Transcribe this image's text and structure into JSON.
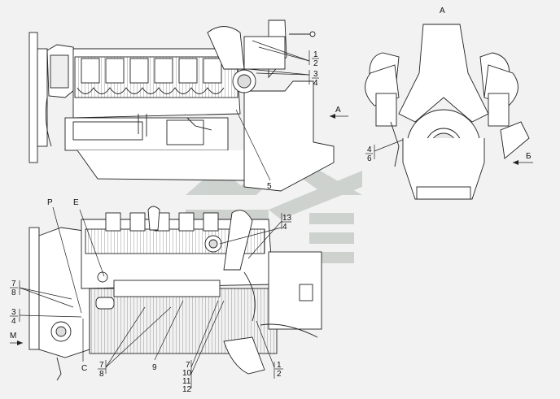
{
  "view_labels": {
    "view_a_top": "А",
    "arrow_a": "А",
    "arrow_b": "Б",
    "arrow_m": "М"
  },
  "callouts": {
    "side_top_1_2": [
      "1",
      "2"
    ],
    "side_top_3_4": [
      "3",
      "4"
    ],
    "side_top_5": "5",
    "front_4_6": [
      "4",
      "6"
    ],
    "plan_13_4": [
      "13",
      "4"
    ],
    "plan_p": "Р",
    "plan_e": "Е",
    "plan_left_7_8": [
      "7",
      "8"
    ],
    "plan_left_3_4": [
      "3",
      "4"
    ],
    "plan_c": "С",
    "plan_bottom_7_8": [
      "7",
      "8"
    ],
    "plan_9": "9",
    "plan_stack": [
      "7",
      "10",
      "11",
      "12"
    ],
    "plan_right_1_2": [
      "1",
      "2"
    ]
  }
}
